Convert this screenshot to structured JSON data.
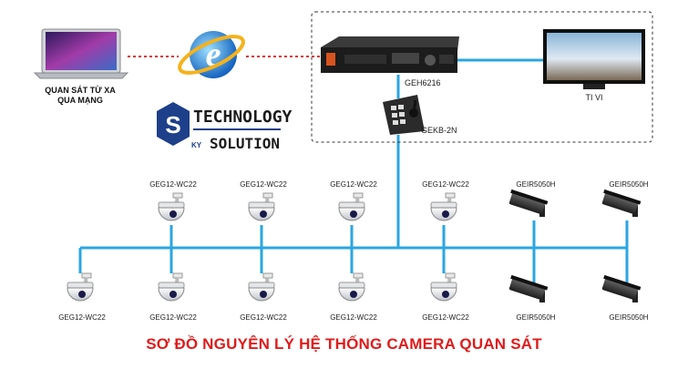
{
  "title": "SƠ ĐỒ NGUYÊN LÝ HỆ THỐNG CAMERA QUAN SÁT",
  "remote": {
    "label_line1": "QUAN SÁT TỪ XA",
    "label_line2": "QUA MẠNG"
  },
  "dvr_label": "GEH6216",
  "keyboard_label": "GEKB-2N",
  "tv_label": "TI VI",
  "logo": {
    "technology": "TECHNOLOGY",
    "solution": "SOLUTION",
    "ky": "KY"
  },
  "dome_top_label": "GEG12-WC22",
  "dome_bottom_label": "GEG12-WC22",
  "bullet_label": "GEIR5050H",
  "colors": {
    "line": "#2aa6e3",
    "title": "#e01b1b",
    "dashed_red": "#d33",
    "logo_blue": "#1e3f8a"
  }
}
